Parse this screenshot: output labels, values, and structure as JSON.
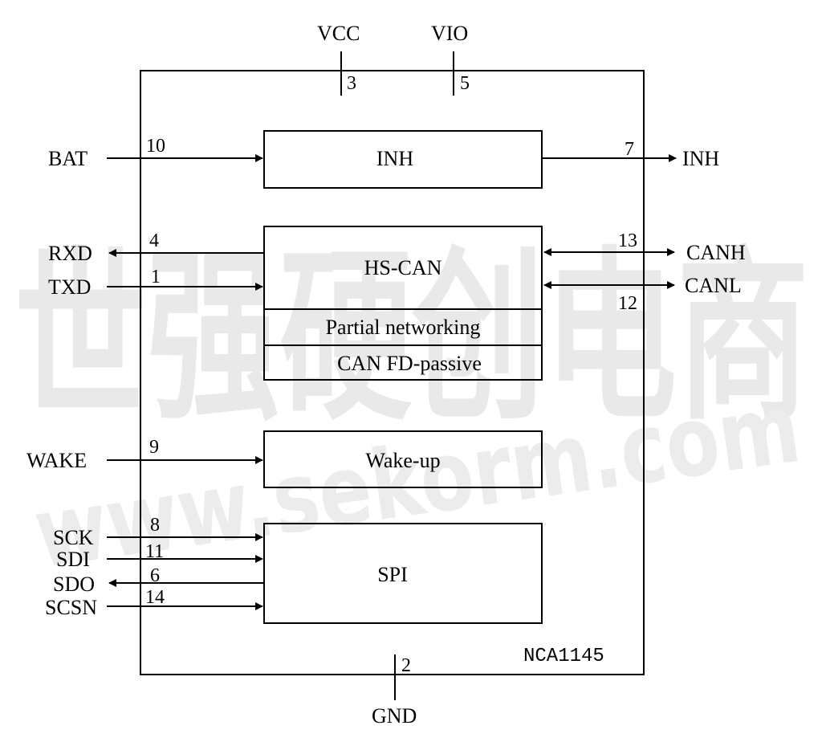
{
  "watermark": {
    "text_cn": "世强硬创电商",
    "text_url": "www.sekorm.com"
  },
  "part_number": "NCA1145",
  "power_pins": [
    {
      "name": "VCC",
      "number": "3"
    },
    {
      "name": "VIO",
      "number": "5"
    },
    {
      "name": "GND",
      "number": "2"
    }
  ],
  "blocks": {
    "inh": "INH",
    "hscan": "HS-CAN",
    "partial": "Partial networking",
    "canfd": "CAN FD-passive",
    "wake": "Wake-up",
    "spi": "SPI"
  },
  "signals": {
    "bat": {
      "name": "BAT",
      "number": "10"
    },
    "inh": {
      "name": "INH",
      "number": "7"
    },
    "rxd": {
      "name": "RXD",
      "number": "4"
    },
    "txd": {
      "name": "TXD",
      "number": "1"
    },
    "canh": {
      "name": "CANH",
      "number": "13"
    },
    "canl": {
      "name": "CANL",
      "number": "12"
    },
    "wake": {
      "name": "WAKE",
      "number": "9"
    },
    "sck": {
      "name": "SCK",
      "number": "8"
    },
    "sdi": {
      "name": "SDI",
      "number": "11"
    },
    "sdo": {
      "name": "SDO",
      "number": "6"
    },
    "scsn": {
      "name": "SCSN",
      "number": "14"
    }
  }
}
